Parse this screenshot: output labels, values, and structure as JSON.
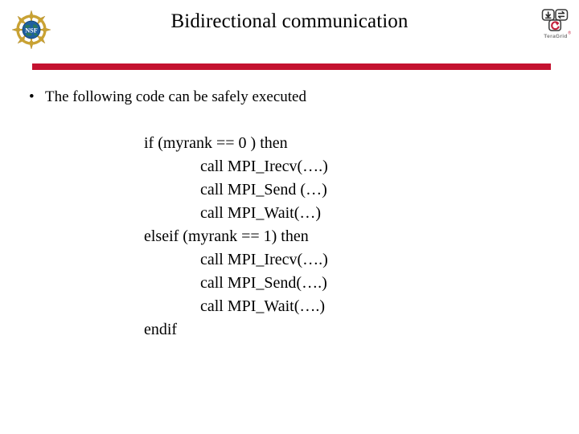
{
  "slide": {
    "title": "Bidirectional communication",
    "background_color": "#FFFFFF",
    "divider_color": "#C41230"
  },
  "logos": {
    "left": {
      "name": "NSF",
      "label": "NSF",
      "ring_color": "#C8A030",
      "globe_color": "#1F5FA0"
    },
    "right": {
      "name": "TeraGrid",
      "label": "TeraGrid",
      "tile_color": "#FFFFFF",
      "accent_color": "#C4203C",
      "text_color": "#808080"
    }
  },
  "body": {
    "bullet_marker": "•",
    "bullet_text": "The following code can be safely executed"
  },
  "code": {
    "lines": [
      {
        "text": "if (myrank == 0 ) then",
        "indent": 0
      },
      {
        "text": "call MPI_Irecv(….)",
        "indent": 1
      },
      {
        "text": "call MPI_Send (…)",
        "indent": 1
      },
      {
        "text": "call MPI_Wait(…)",
        "indent": 1
      },
      {
        "text": "elseif (myrank == 1) then",
        "indent": 0
      },
      {
        "text": "call MPI_Irecv(….)",
        "indent": 1
      },
      {
        "text": "call MPI_Send(….)",
        "indent": 1
      },
      {
        "text": "call MPI_Wait(….)",
        "indent": 1
      },
      {
        "text": "endif",
        "indent": 0
      }
    ]
  }
}
